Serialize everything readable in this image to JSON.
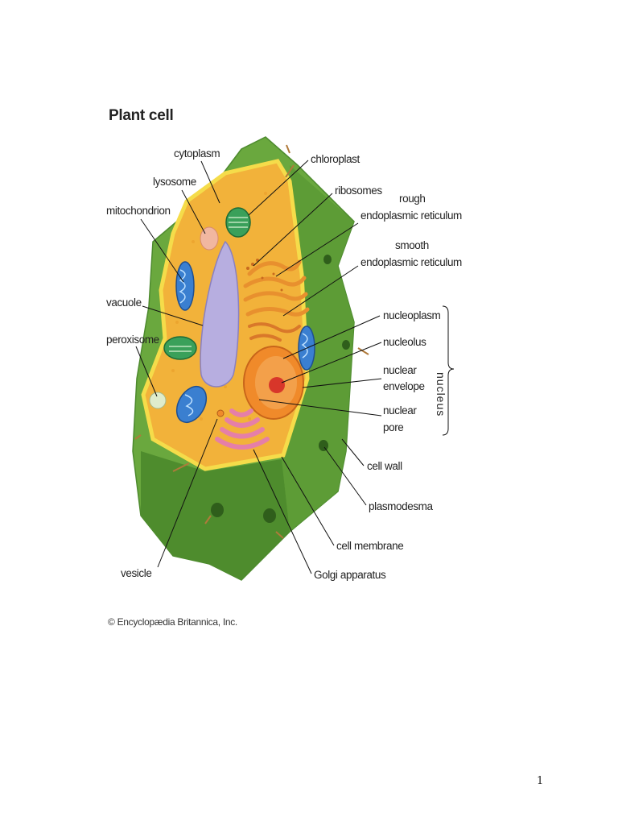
{
  "title": "Plant cell",
  "labels": {
    "cytoplasm": "cytoplasm",
    "lysosome": "lysosome",
    "mitochondrion": "mitochondrion",
    "vacuole": "vacuole",
    "peroxisome": "peroxisome",
    "vesicle": "vesicle",
    "chloroplast": "chloroplast",
    "ribosomes": "ribosomes",
    "rough_er": [
      "rough",
      "endoplasmic reticulum"
    ],
    "smooth_er": [
      "smooth",
      "endoplasmic reticulum"
    ],
    "nucleoplasm": "nucleoplasm",
    "nucleolus": "nucleolus",
    "nuclear_envelope": [
      "nuclear",
      "envelope"
    ],
    "nuclear_pore": [
      "nuclear",
      "pore"
    ],
    "nucleus_group": "nucleus",
    "cell_wall": "cell wall",
    "plasmodesma": "plasmodesma",
    "cell_membrane": "cell membrane",
    "golgi": "Golgi apparatus"
  },
  "credit": "© Encyclopædia Britannica, Inc.",
  "page_number": "1",
  "colors": {
    "cell_wall": "#6aa83e",
    "cell_wall_dark": "#4d8a2e",
    "cytoplasm": "#f2b23a",
    "membrane": "#f5dc4a",
    "vacuole": "#b7aee0",
    "nucleus": "#f08a2a",
    "nucleolus": "#d8362a",
    "golgi": "#e57fa8",
    "mitochondrion": "#3a7fd0",
    "chloroplast": "#3aa05a",
    "er": "#e8902e"
  }
}
